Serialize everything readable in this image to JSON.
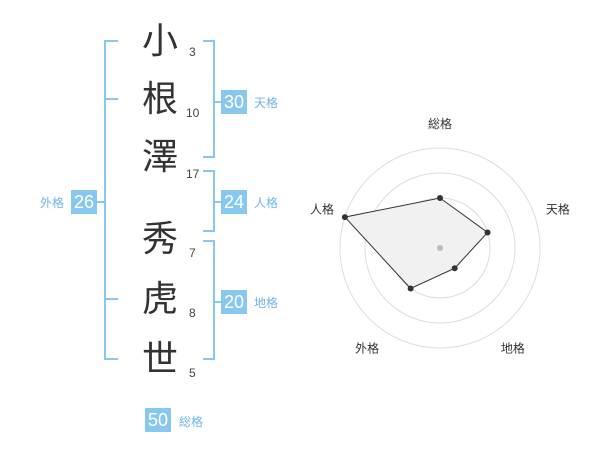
{
  "name": {
    "chars": [
      {
        "char": "小",
        "strokes": "3"
      },
      {
        "char": "根",
        "strokes": "10"
      },
      {
        "char": "澤",
        "strokes": "17"
      },
      {
        "char": "秀",
        "strokes": "7"
      },
      {
        "char": "虎",
        "strokes": "8"
      },
      {
        "char": "世",
        "strokes": "5"
      }
    ]
  },
  "kaku": {
    "tenkaku": {
      "value": "30",
      "label": "天格"
    },
    "jinkaku": {
      "value": "24",
      "label": "人格"
    },
    "chikaku": {
      "value": "20",
      "label": "地格"
    },
    "gaikaku": {
      "value": "26",
      "label": "外格"
    },
    "soukaku": {
      "value": "50",
      "label": "総格"
    }
  },
  "chart_data": {
    "type": "radar",
    "axes": [
      "総格",
      "天格",
      "地格",
      "外格",
      "人格"
    ],
    "values": [
      2,
      2,
      1,
      2,
      4
    ],
    "range": [
      0,
      4
    ],
    "rings": 4,
    "colors": {
      "fill": "#f0f0f0",
      "line": "#333333",
      "grid": "#dddddd",
      "center": "#bbbbbb"
    }
  },
  "colors": {
    "accent": "#88c8ef",
    "label": "#6fb6e6",
    "text": "#333333"
  }
}
